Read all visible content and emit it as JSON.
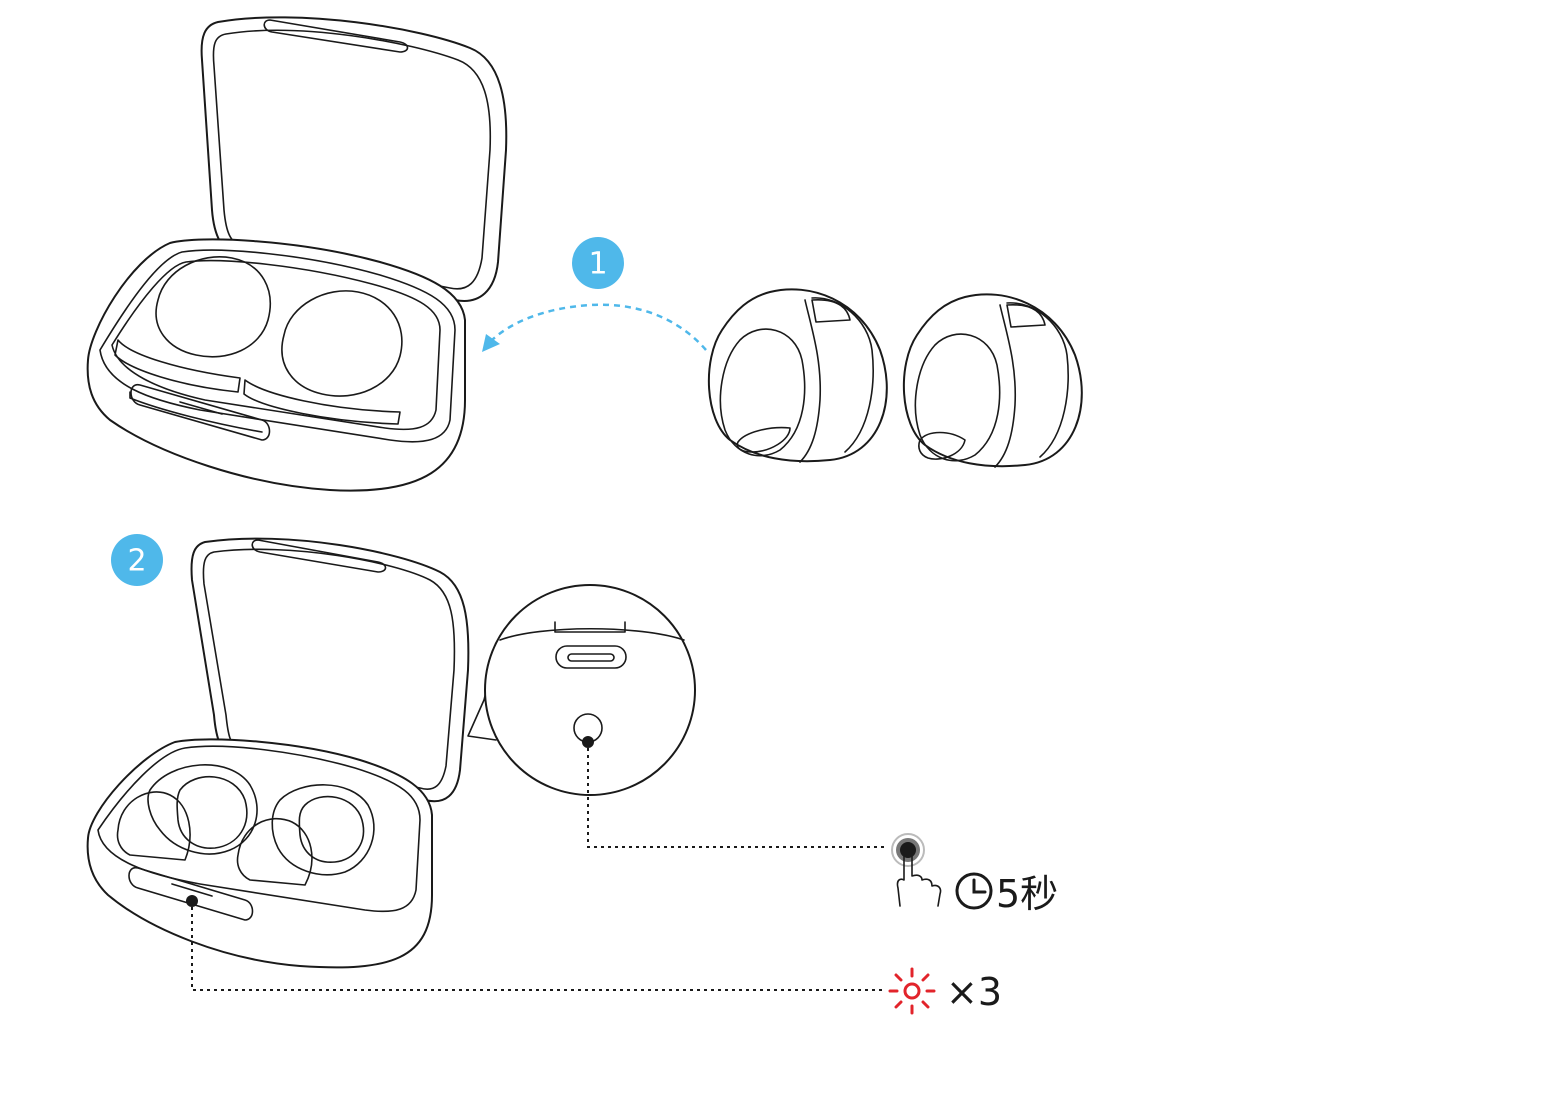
{
  "steps": [
    {
      "number": "1"
    },
    {
      "number": "2"
    }
  ],
  "callouts": {
    "button_hold": {
      "duration": "5秒",
      "icons": [
        "finger-press-icon",
        "clock-icon"
      ]
    },
    "led_blink": {
      "count": "×3",
      "icons": [
        "blinking-light-icon"
      ]
    }
  },
  "colors": {
    "step_badge": "#4fb8ea",
    "arrow": "#4fb8ea",
    "led_blink": "#e2242b",
    "line": "#1a1a1a"
  }
}
